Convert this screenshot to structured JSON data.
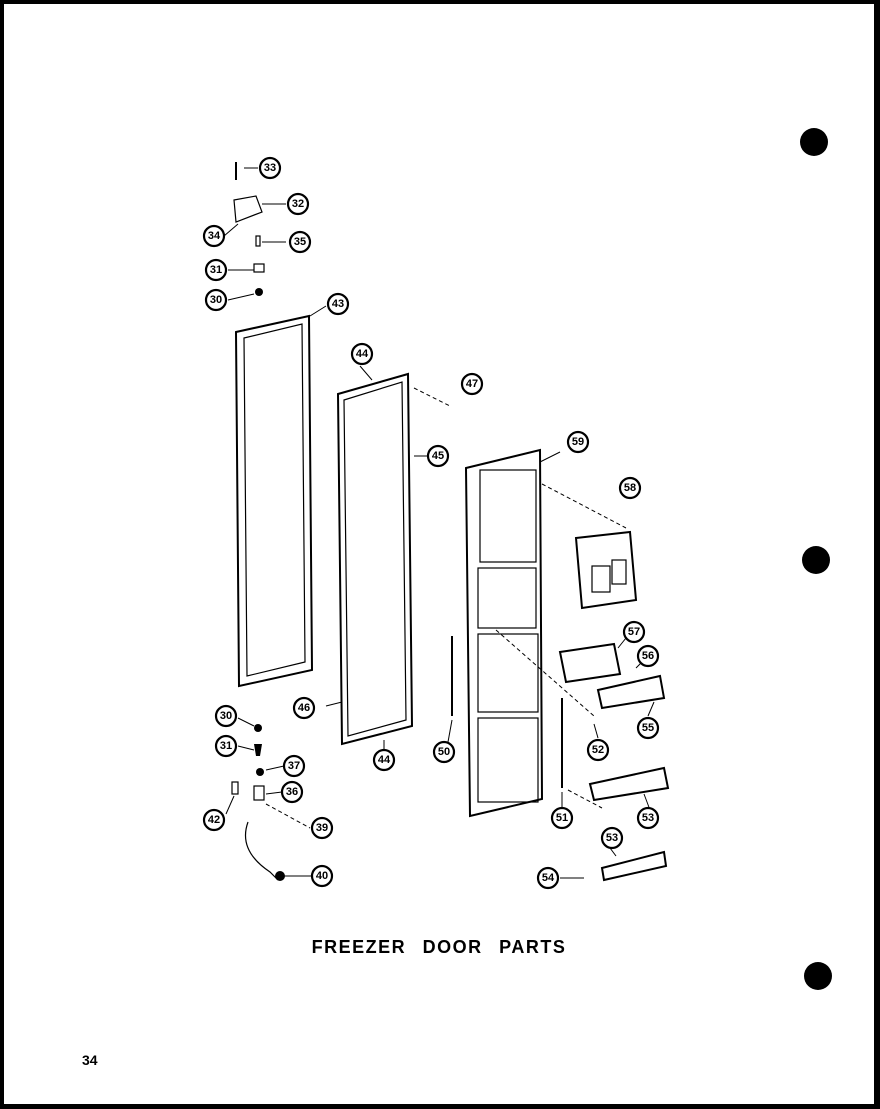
{
  "title": "FREEZER DOOR PARTS",
  "page_number": "34",
  "callouts": [
    "33",
    "32",
    "34",
    "35",
    "31",
    "30",
    "43",
    "44",
    "47",
    "45",
    "59",
    "58",
    "57",
    "56",
    "55",
    "52",
    "50",
    "51",
    "53",
    "53",
    "54",
    "46",
    "44",
    "30",
    "31",
    "37",
    "36",
    "39",
    "42",
    "40"
  ]
}
